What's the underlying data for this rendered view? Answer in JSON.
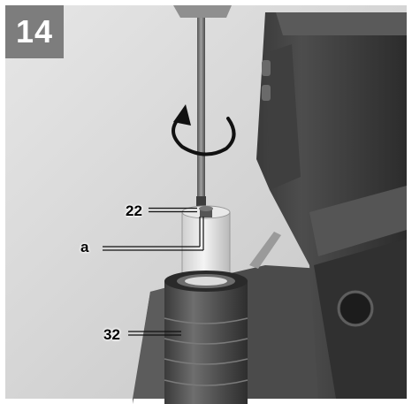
{
  "figure": {
    "step_number": "14",
    "callouts": {
      "part_22": "22",
      "part_a": "a",
      "part_32": "32"
    },
    "rotation_arrow_icon": "rotate-clockwise-arrow-icon",
    "colors": {
      "badge_background": "#7d7d7d",
      "badge_text": "#ffffff"
    }
  }
}
